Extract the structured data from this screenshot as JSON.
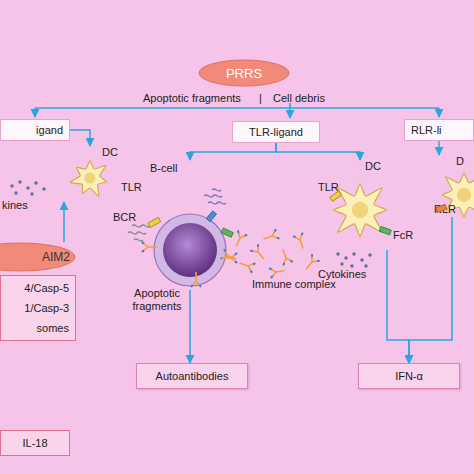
{
  "diagram": {
    "nodes": [
      {
        "text": [
          "PRRS"
        ]
      },
      {
        "text": [
          "igand"
        ]
      },
      {
        "text": [
          "TLR-ligand"
        ]
      },
      {
        "text": [
          "RLR-li"
        ]
      },
      {
        "text": [
          "DC"
        ]
      },
      {
        "text": [
          "B-cell"
        ]
      },
      {
        "text": [
          "DC"
        ]
      },
      {
        "text": [
          "D"
        ]
      },
      {
        "text": [
          "AIM2"
        ]
      },
      {
        "text": [
          "4/Casp-5",
          "1/Casp-3",
          "somes"
        ]
      },
      {
        "text": [
          "Autoantibodies"
        ]
      },
      {
        "text": [
          "IFN-α"
        ]
      },
      {
        "text": [
          "IL-18"
        ]
      }
    ],
    "edges": [
      {
        "from": 1,
        "to": 4,
        "arrow": "to"
      },
      {
        "from": 2,
        "to": 5,
        "arrow": "to"
      },
      {
        "from": 2,
        "to": 6,
        "arrow": "to"
      },
      {
        "from": 3,
        "to": 7,
        "arrow": "to"
      },
      {
        "from": 8,
        "to": 4,
        "arrow": "to"
      },
      {
        "from": 5,
        "to": 10,
        "arrow": "to"
      },
      {
        "from": 6,
        "to": 11,
        "arrow": "to"
      },
      {
        "from": 7,
        "to": 11,
        "arrow": "to"
      }
    ],
    "labels": [
      "Apoptotic fragments",
      "|",
      "Cell debris",
      "kines",
      "TLR",
      "BCR",
      "Apoptotic fragments",
      "Immune complex",
      "TLR",
      "FcR",
      "Cytokines",
      "RLR"
    ]
  }
}
